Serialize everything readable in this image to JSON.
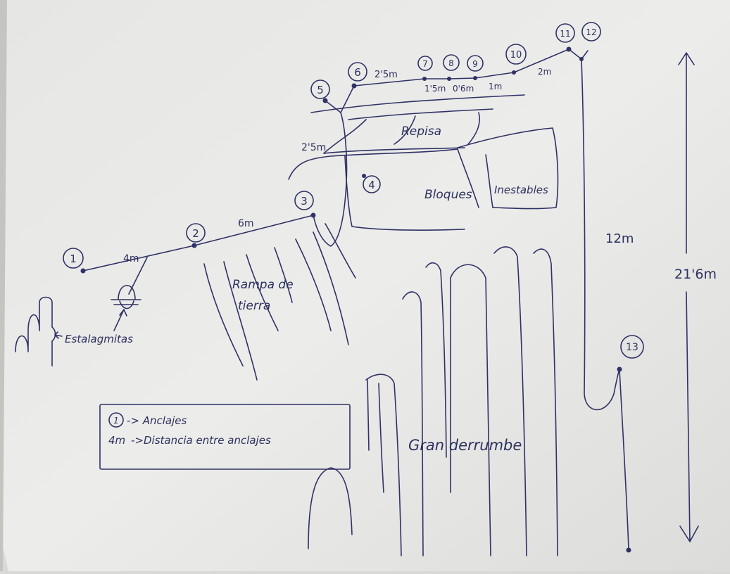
{
  "colors": {
    "paper": "#e9e9e7",
    "paper_shadow": "#c9c9c6",
    "ink": "#2f3266"
  },
  "anchors": {
    "a1": "1",
    "a2": "2",
    "a3": "3",
    "a4": "4",
    "a5": "5",
    "a6": "6",
    "a7": "7",
    "a8": "8",
    "a9": "9",
    "a10": "10",
    "a11": "11",
    "a12": "12",
    "a13": "13"
  },
  "distances": {
    "d1_2": "4m",
    "d2_3": "6m",
    "d3_5": "2'5m",
    "d6_7": "2'5m",
    "d7_8": "1'5m",
    "d8_9": "0'6m",
    "d9_10": "1m",
    "d10_11": "2m",
    "d12_13": "12m",
    "total": "21'6m"
  },
  "labels": {
    "repisa": "Repisa",
    "bloques": "Bloques",
    "inestables": "Inestables",
    "rampa_1": "Rampa de",
    "rampa_2": "tierra",
    "estalagmitas": "Estalagmitas",
    "gran_derrumbe": "Gran derrumbe"
  },
  "legend": {
    "anchor_symbol": "1",
    "anchor_text": "-> Anclajes",
    "distance_symbol": "4m",
    "distance_text": "->Distancia entre anclajes"
  }
}
